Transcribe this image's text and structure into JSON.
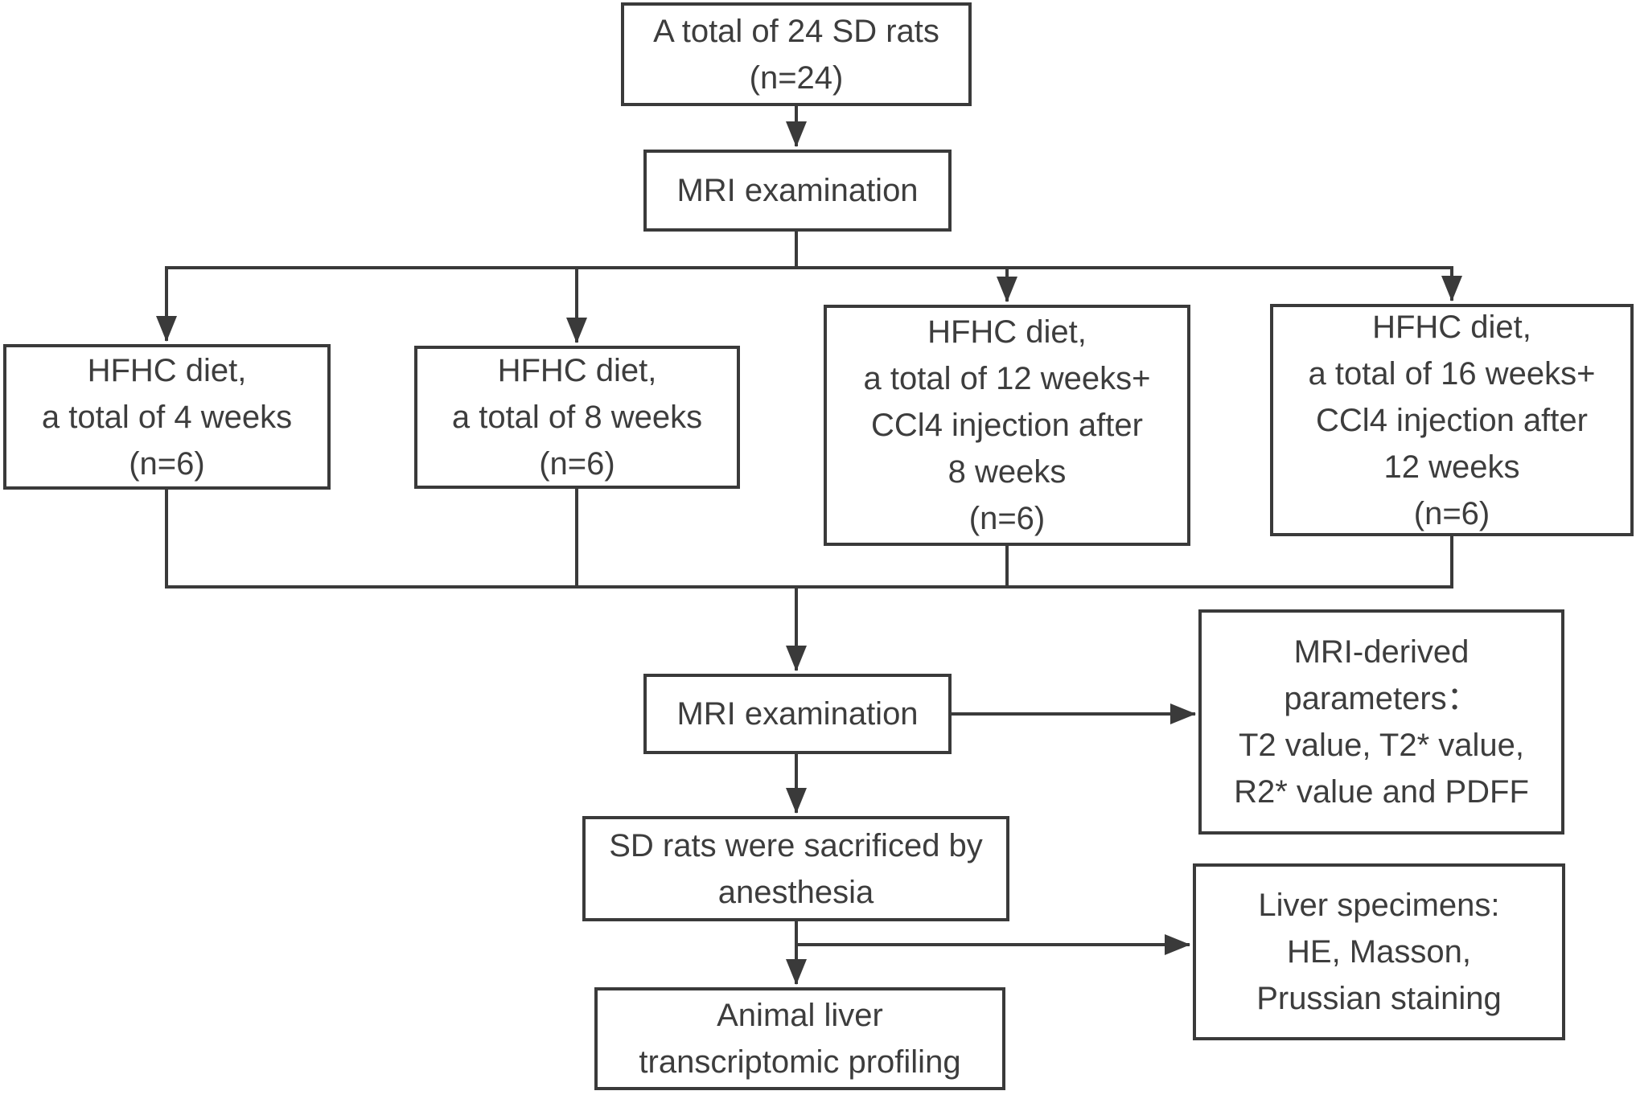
{
  "colors": {
    "line": "#3a3a3a",
    "text": "#3d3d3d",
    "background": "#ffffff"
  },
  "nodes": {
    "total_rats": {
      "text": "A total of 24 SD rats\n(n=24)"
    },
    "mri_exam_1": {
      "text": "MRI examination"
    },
    "group_4_weeks": {
      "text": "HFHC diet,\na total of 4 weeks\n(n=6)"
    },
    "group_8_weeks": {
      "text": "HFHC diet,\na total of 8 weeks\n(n=6)"
    },
    "group_12_weeks": {
      "text": "HFHC diet,\na total of 12 weeks+\nCCl4 injection after\n8 weeks\n(n=6)"
    },
    "group_16_weeks": {
      "text": "HFHC diet,\na total of 16 weeks+\nCCl4 injection after\n12 weeks\n(n=6)"
    },
    "mri_exam_2": {
      "text": "MRI examination"
    },
    "mri_params": {
      "text": "MRI-derived\nparameters：\nT2 value, T2* value,\nR2* value and PDFF"
    },
    "sacrificed": {
      "text": "SD rats were sacrificed by\nanesthesia"
    },
    "liver_specimens": {
      "text": "Liver specimens:\nHE, Masson,\nPrussian staining"
    },
    "transcriptomic": {
      "text": "Animal liver\ntranscriptomic profiling"
    }
  }
}
